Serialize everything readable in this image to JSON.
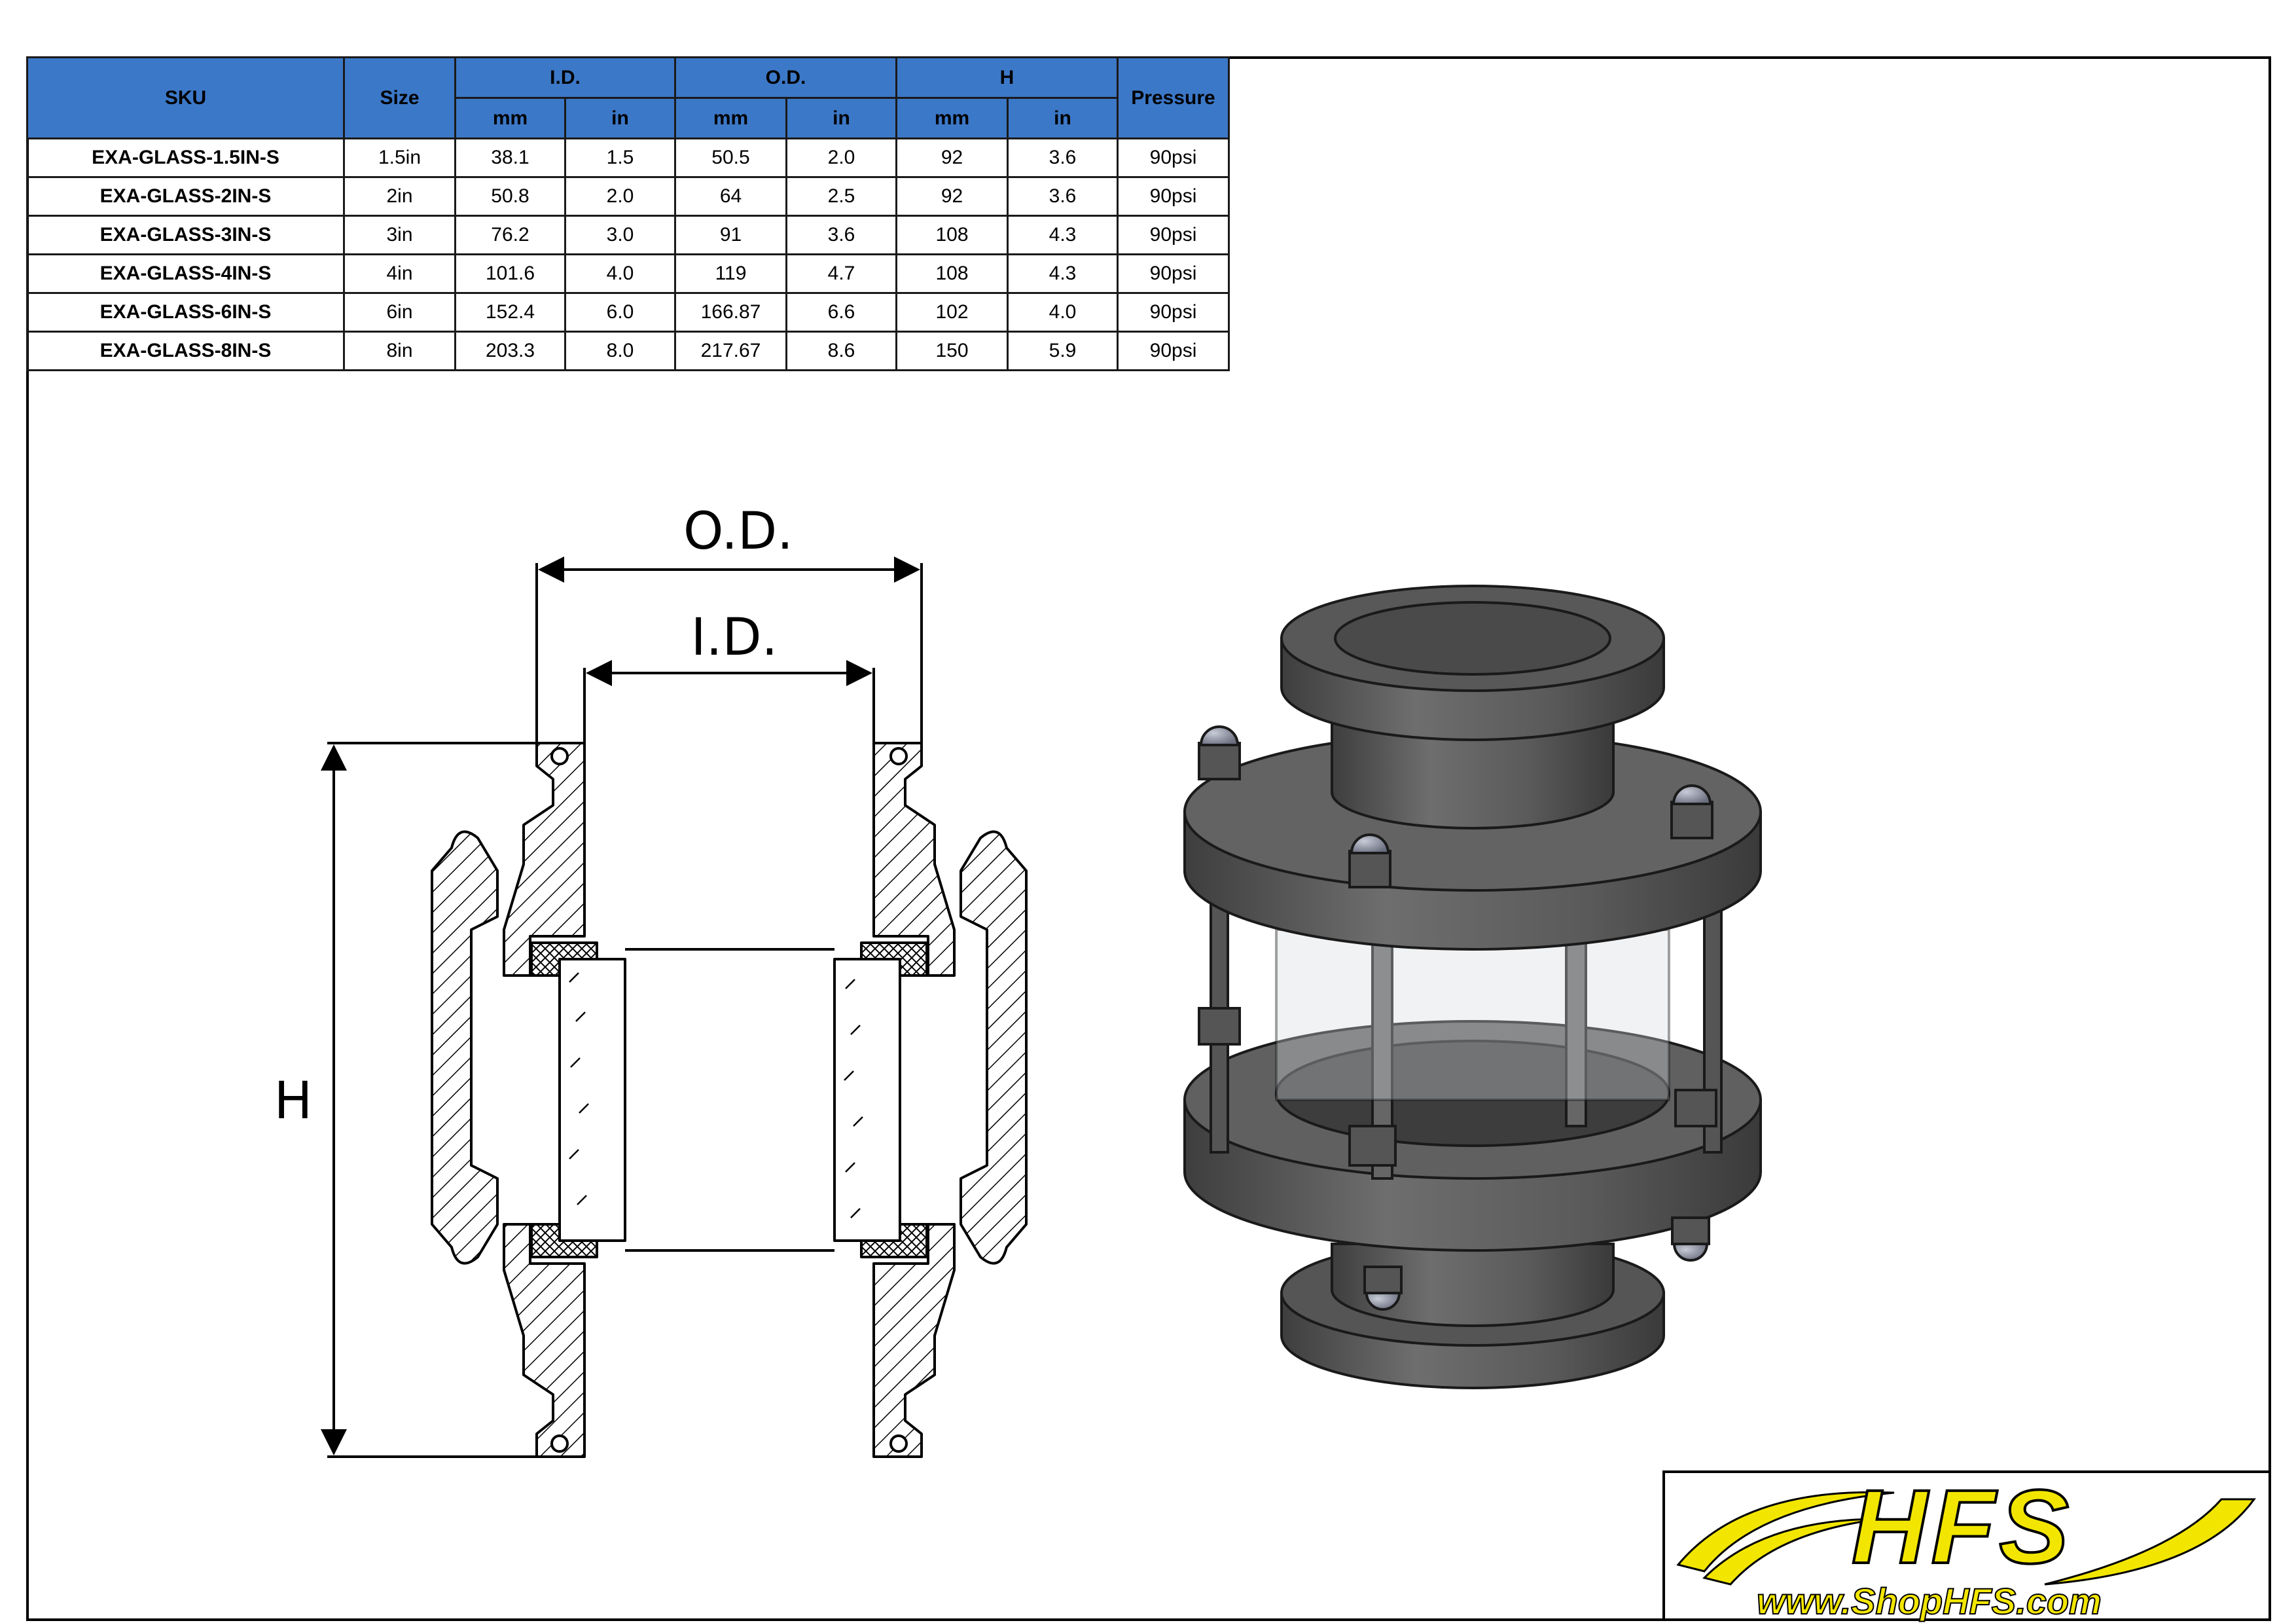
{
  "table": {
    "headers": {
      "sku": "SKU",
      "size": "Size",
      "id": "I.D.",
      "od": "O.D.",
      "h": "H",
      "pressure": "Pressure",
      "mm": "mm",
      "in": "in"
    },
    "rows": [
      {
        "sku": "EXA-GLASS-1.5IN-S",
        "size": "1.5in",
        "id_mm": "38.1",
        "id_in": "1.5",
        "od_mm": "50.5",
        "od_in": "2.0",
        "h_mm": "92",
        "h_in": "3.6",
        "pressure": "90psi"
      },
      {
        "sku": "EXA-GLASS-2IN-S",
        "size": "2in",
        "id_mm": "50.8",
        "id_in": "2.0",
        "od_mm": "64",
        "od_in": "2.5",
        "h_mm": "92",
        "h_in": "3.6",
        "pressure": "90psi"
      },
      {
        "sku": "EXA-GLASS-3IN-S",
        "size": "3in",
        "id_mm": "76.2",
        "id_in": "3.0",
        "od_mm": "91",
        "od_in": "3.6",
        "h_mm": "108",
        "h_in": "4.3",
        "pressure": "90psi"
      },
      {
        "sku": "EXA-GLASS-4IN-S",
        "size": "4in",
        "id_mm": "101.6",
        "id_in": "4.0",
        "od_mm": "119",
        "od_in": "4.7",
        "h_mm": "108",
        "h_in": "4.3",
        "pressure": "90psi"
      },
      {
        "sku": "EXA-GLASS-6IN-S",
        "size": "6in",
        "id_mm": "152.4",
        "id_in": "6.0",
        "od_mm": "166.87",
        "od_in": "6.6",
        "h_mm": "102",
        "h_in": "4.0",
        "pressure": "90psi"
      },
      {
        "sku": "EXA-GLASS-8IN-S",
        "size": "8in",
        "id_mm": "203.3",
        "id_in": "8.0",
        "od_mm": "217.67",
        "od_in": "8.6",
        "h_mm": "150",
        "h_in": "5.9",
        "pressure": "90psi"
      }
    ]
  },
  "diagram": {
    "od_label": "O.D.",
    "id_label": "I.D.",
    "h_label": "H"
  },
  "logo": {
    "brand": "HFS",
    "url": "www.ShopHFS.com"
  },
  "colors": {
    "header_blue": "#3c78c8",
    "logo_yellow": "#f2e600",
    "steel": "#5a5a5a"
  }
}
